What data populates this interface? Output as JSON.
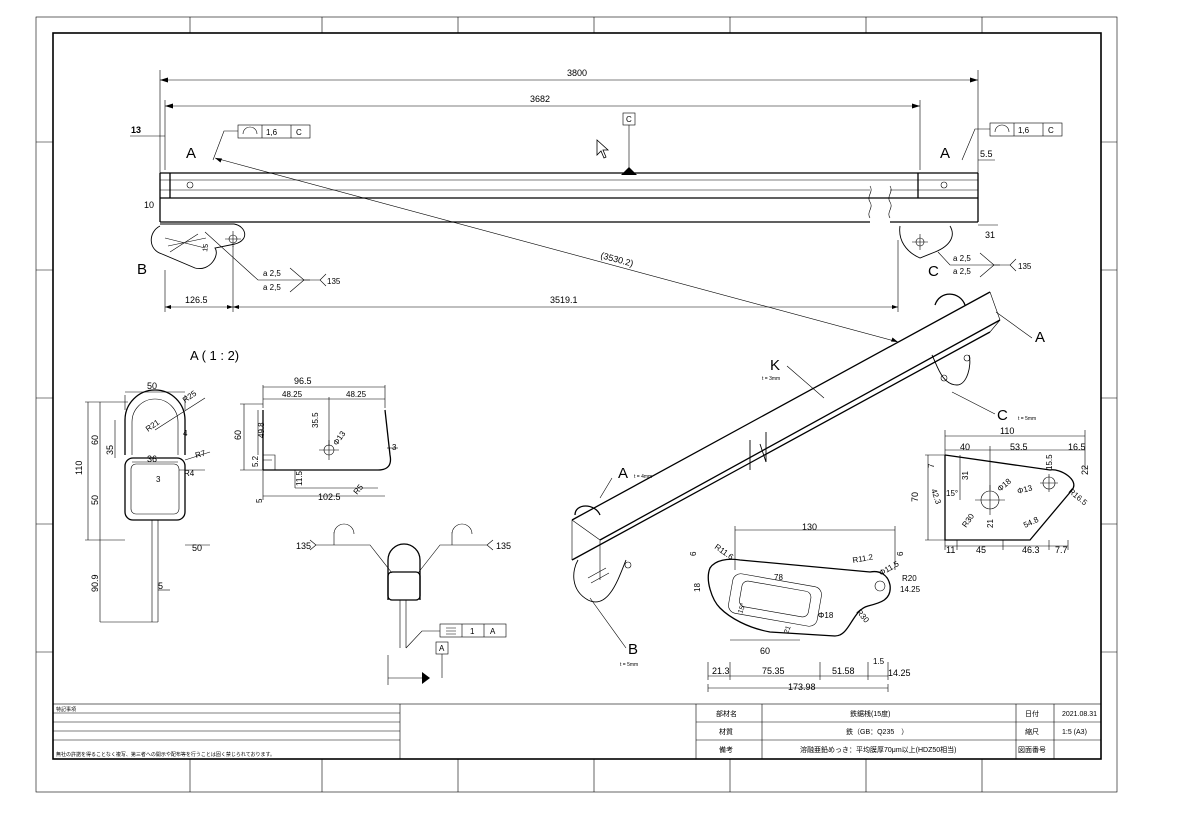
{
  "dimensions": {
    "overall_length": "3800",
    "inner_length": "3682",
    "end_offset": "13",
    "left_height": "10",
    "right_offset": "5.5",
    "right_bottom": "31",
    "left_hole_distance": "126.5",
    "hole_span": "3519.1",
    "diagonal": "(3530.2)"
  },
  "profile_callout": {
    "tolerance": "1,6",
    "datum": "C"
  },
  "datum_label": "C",
  "view_labels": {
    "a_left": "A",
    "a_right": "A",
    "b": "B",
    "c": "C",
    "k": "K",
    "a_iso_top": "A",
    "a_iso_left": "A",
    "b_iso": "B",
    "c_iso": "C"
  },
  "weld_left": {
    "top": "a 2,5",
    "bottom": "a 2,5",
    "process": "135"
  },
  "weld_right": {
    "top": "a 2,5",
    "bottom": "a 2,5",
    "process": "135"
  },
  "section_title": "A ( 1 : 2)",
  "section_a": {
    "width": "50",
    "total_height": "110",
    "upper": "60",
    "lower": "50",
    "inner": "35",
    "r25": "R25",
    "r21": "R21",
    "t4": "4",
    "d36": "36",
    "r7": "R7",
    "r4": "R4",
    "t3": "3",
    "bottom_w": "50",
    "lug_len": "90.9",
    "lug_t": "5"
  },
  "lug_side": {
    "overall": "96.5",
    "half_left": "48.25",
    "half_right": "48.25",
    "h60": "60",
    "h49": "49.8",
    "h35": "35.5",
    "hole": "Φ13",
    "t3": "3",
    "off52": "5.2",
    "off115": "11.5",
    "len": "102.5",
    "r5": "R5",
    "t5": "5"
  },
  "weld_detail": {
    "left": "135",
    "right": "135",
    "tolerance": "1",
    "datum": "A",
    "datum_box": "A"
  },
  "iso_notes": {
    "k": "t = 3mm",
    "a": "t = 4mm",
    "b": "t = 5mm",
    "c": "t = 5mm"
  },
  "plate_c": {
    "width": "110",
    "w40": "40",
    "w535": "53.5",
    "w165": "16.5",
    "h22": "22",
    "h70": "70",
    "seven": "7",
    "h31": "31",
    "h155": "15.5",
    "h21": "21",
    "deg": "15°",
    "r423": "42.3",
    "r30": "R30",
    "hole18": "Φ18",
    "hole13": "Φ13",
    "r165": "R16.5",
    "l548": "54.8",
    "b11": "11",
    "b45": "45",
    "b463": "46.3",
    "b77": "7.7"
  },
  "plate_b": {
    "w130": "130",
    "six_l": "6",
    "six_r": "6",
    "r11": "R11.6",
    "r112": "R11.2",
    "w78": "78",
    "hole115": "Φ11.5",
    "r20": "R20",
    "d1425t": "14.25",
    "h18": "18",
    "deg15": "15°",
    "w21": "21",
    "phi18": "Φ18",
    "r30": "R30",
    "w60": "60",
    "h15": "1.5",
    "b213": "21.3",
    "b7535": "75.35",
    "b5158": "51.58",
    "b1425": "14.25",
    "total": "173.98"
  },
  "title_block": {
    "notes_label": "特記事項",
    "copyright": "無社の許諾を得ることなく複写、第三者への開示や配布等を行うことは固く禁じられております。",
    "rows": [
      {
        "label": "部材名",
        "value": "鉄鋸桟(15度)",
        "label2": "日付",
        "value2": "2021.08.31"
      },
      {
        "label": "材質",
        "value": "鉄（GB：Q235　）",
        "label2": "縮尺",
        "value2": "1:5 (A3)"
      },
      {
        "label": "備考",
        "value": "溶融亜鉛めっき：平均膜厚70μm以上(HDZ50相当)",
        "label2": "図面番号",
        "value2": ""
      }
    ]
  }
}
